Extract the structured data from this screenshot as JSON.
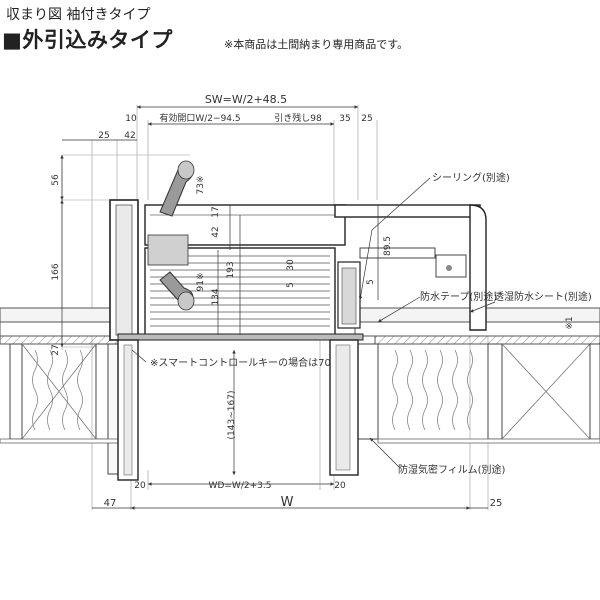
{
  "header": {
    "subtitle": "収まり図 袖付きタイプ",
    "title": "■外引込みタイプ",
    "note": "※本商品は土間納まり専用商品です。"
  },
  "dims": {
    "sw": "SW=W/2+48.5",
    "opening": "有効開口W/2−94.5",
    "hikinokoshi": "引き残し98",
    "d10": "10",
    "d35": "35",
    "d25a": "25",
    "d25b": "25",
    "d42a": "42",
    "d56": "56",
    "d166": "166",
    "d27": "27",
    "d73": "73※",
    "d17": "17",
    "d42b": "42",
    "d91": "91※",
    "d134": "134",
    "d193": "193",
    "d30": "30",
    "d5a": "5",
    "d895": "89.5",
    "d5b": "5",
    "d1": "※1",
    "range": "(143∼167)",
    "d20a": "20",
    "d20b": "20",
    "wd": "WD=W/2+3.5",
    "d47": "47",
    "w": "W",
    "d25c": "25"
  },
  "labels": {
    "sealing": "シーリング(別途)",
    "tape": "防水テープ(別途)",
    "sheet": "透湿防水シート(別途)",
    "smart": "※スマートコントロールキーの場合は70",
    "film": "防湿気密フィルム(別途)"
  }
}
